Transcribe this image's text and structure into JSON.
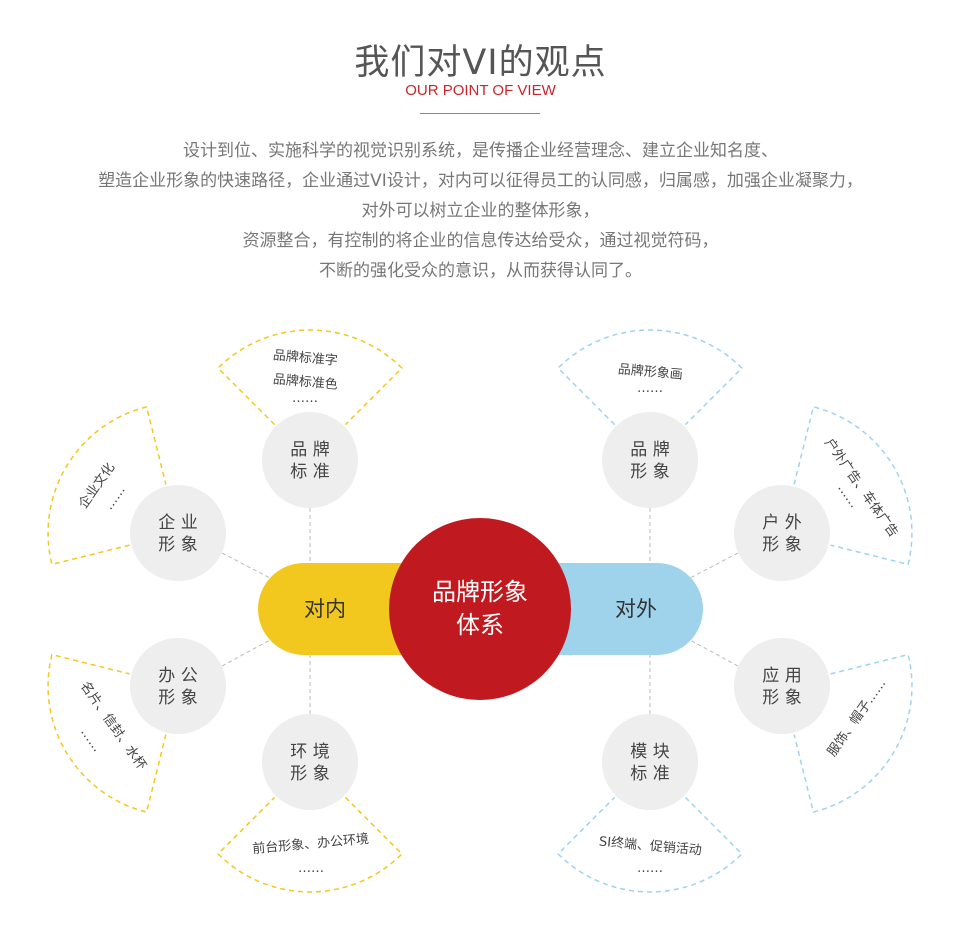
{
  "header": {
    "title": "我们对VI的观点",
    "subtitle": "OUR POINT OF VIEW",
    "intro_lines": [
      "设计到位、实施科学的视觉识别系统，是传播企业经营理念、建立企业知名度、",
      "塑造企业形象的快速路径，企业通过VI设计，对内可以征得员工的认同感，归属感，加强企业凝聚力，",
      "对外可以树立企业的整体形象，",
      "资源整合，有控制的将企业的信息传达给受众，通过视觉符码，",
      "不断的强化受众的意识，从而获得认同了。"
    ]
  },
  "diagram": {
    "center": {
      "line1": "品牌形象",
      "line2": "体系"
    },
    "inner_label": "对内",
    "outer_label": "对外",
    "colors": {
      "inner": "#f2c81e",
      "outer": "#9fd3ec",
      "center": "#c0191f",
      "node": "#eeeeee"
    },
    "nodes": [
      {
        "line1": "品 牌",
        "line2": "标 准",
        "details": [
          "品牌标准字",
          "品牌标准色",
          "……"
        ]
      },
      {
        "line1": "企 业",
        "line2": "形 象",
        "details": [
          "企业文化",
          "……"
        ]
      },
      {
        "line1": "办 公",
        "line2": "形 象",
        "details": [
          "名片、信封、水杯",
          "……"
        ]
      },
      {
        "line1": "环 境",
        "line2": "形 象",
        "details": [
          "前台形象、办公环境",
          "……"
        ]
      },
      {
        "line1": "品 牌",
        "line2": "形 象",
        "details": [
          "品牌形象画",
          "……"
        ]
      },
      {
        "line1": "户 外",
        "line2": "形 象",
        "details": [
          "户外广告、车体广告",
          "……"
        ]
      },
      {
        "line1": "应 用",
        "line2": "形 象",
        "details": [
          "服饰、帽子……"
        ]
      },
      {
        "line1": "模 块",
        "line2": "标 准",
        "details": [
          "SI终端、促销活动",
          "……"
        ]
      }
    ]
  }
}
